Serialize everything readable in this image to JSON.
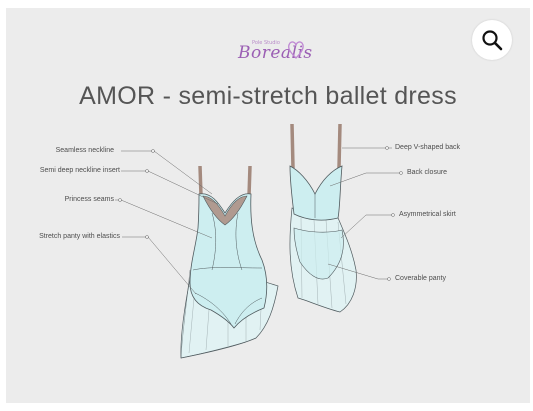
{
  "brand": {
    "small_text": "Pole Studio",
    "name": "Borealis",
    "color": "#9b5fb4"
  },
  "product": {
    "title": "AMOR - semi-stretch ballet dress"
  },
  "labels_front": {
    "seamless_neckline": "Seamless neckline",
    "semi_deep_neckline_insert": "Semi deep neckline insert",
    "princess_seams": "Princess seams",
    "stretch_panty": "Stretch panty with elastics"
  },
  "labels_back": {
    "deep_v_back": "Deep V-shaped back",
    "back_closure": "Back closure",
    "asymmetrical_skirt": "Asymmetrical skirt",
    "coverable_panty": "Coverable panty"
  },
  "colors": {
    "panel_background": "#ececec",
    "dress_fill": "#cdeef0",
    "skirt_fill": "#dff3f4",
    "straps": "#a48a7e",
    "outline": "#4f5a5e"
  },
  "icons": {
    "zoom": "magnifier-icon",
    "logo_heart": "heart-icon"
  }
}
